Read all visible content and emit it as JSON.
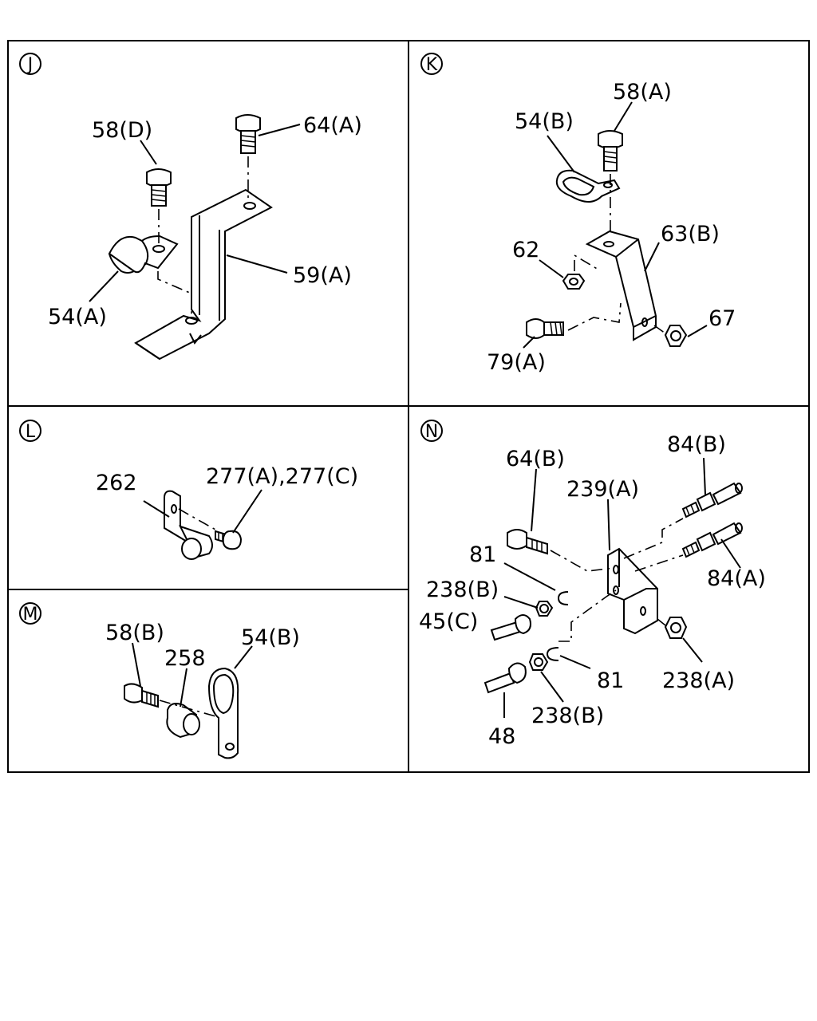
{
  "panels": {
    "J": {
      "id": "J",
      "labels": {
        "bolt_d": "58(D)",
        "bolt_a": "64(A)",
        "bracket": "59(A)",
        "clamp": "54(A)"
      }
    },
    "K": {
      "id": "K",
      "labels": {
        "bolt": "58(A)",
        "clamp": "54(B)",
        "bracket": "63(B)",
        "nut_62": "62",
        "nut_67": "67",
        "bolt_79": "79(A)"
      }
    },
    "L": {
      "id": "L",
      "labels": {
        "clip": "262",
        "bolt": "277(A),277(C)"
      }
    },
    "M": {
      "id": "M",
      "labels": {
        "bolt": "58(B)",
        "collar": "258",
        "clamp": "54(B)"
      }
    },
    "N": {
      "id": "N",
      "labels": {
        "bolt_64": "64(B)",
        "bracket": "239(A)",
        "conn_84b": "84(B)",
        "conn_84a": "84(A)",
        "clip_81_top": "81",
        "nut_238b_top": "238(B)",
        "fitting_45": "45(C)",
        "nut_238a": "238(A)",
        "clip_81_bottom": "81",
        "nut_238b_bottom": "238(B)",
        "fitting_48": "48"
      }
    }
  }
}
